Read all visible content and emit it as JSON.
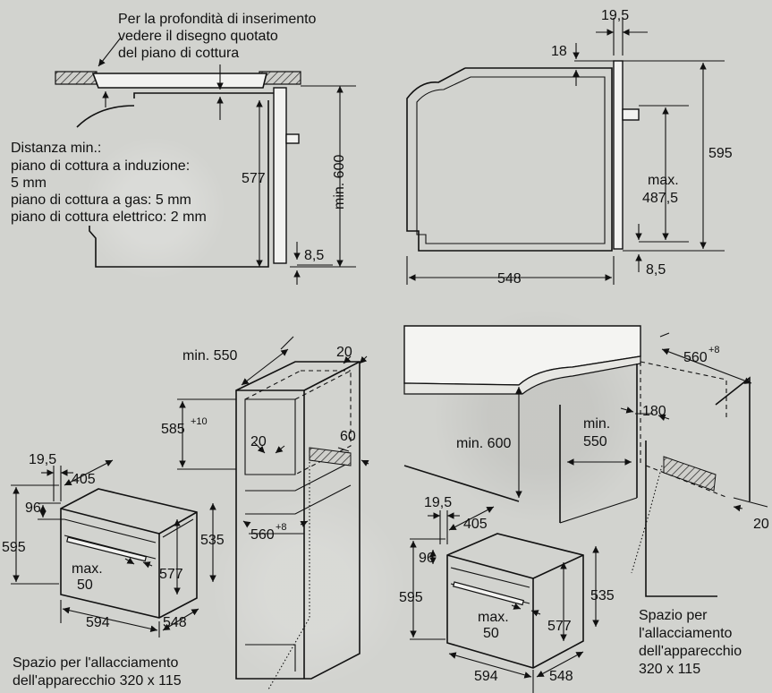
{
  "top_left": {
    "note_depth": [
      "Per la profondità di inserimento",
      "vedere il disegno quotato",
      "del piano di cottura"
    ],
    "note_distance": [
      "Distanza min.:",
      "piano di cottura a induzione:",
      "5 mm",
      "piano di cottura a gas: 5 mm",
      "piano di cottura elettrico: 2 mm"
    ],
    "dim_577": "577",
    "dim_min600": "min. 600",
    "dim_8_5": "8,5"
  },
  "top_right": {
    "dim_19_5": "19,5",
    "dim_18": "18",
    "dim_595": "595",
    "dim_max": "max.",
    "dim_487_5": "487,5",
    "dim_548": "548",
    "dim_8_5": "8,5"
  },
  "bottom_left": {
    "dim_min550": "min. 550",
    "dim_20a": "20",
    "dim_585": "585",
    "sup_10": "+10",
    "dim_20b": "20",
    "dim_60": "60",
    "dim_560": "560",
    "sup_8": "+8",
    "dim_19_5": "19,5",
    "dim_405": "405",
    "dim_96": "96",
    "dim_595": "595",
    "dim_535": "535",
    "dim_max": "max.",
    "dim_50": "50",
    "dim_577": "577",
    "dim_594": "594",
    "dim_548": "548",
    "note": [
      "Spazio per l'allacciamento",
      "dell'apparecchio 320 x 115"
    ]
  },
  "bottom_right": {
    "dim_560": "560",
    "sup_8": "+8",
    "dim_min600": "min. 600",
    "dim_min": "min.",
    "dim_550": "550",
    "dim_180": "180",
    "dim_20": "20",
    "dim_19_5": "19,5",
    "dim_405": "405",
    "dim_96": "96",
    "dim_595": "595",
    "dim_535": "535",
    "dim_max": "max.",
    "dim_50": "50",
    "dim_577": "577",
    "dim_594": "594",
    "dim_548": "548",
    "note": [
      "Spazio per",
      "l'allacciamento",
      "dell'apparecchio",
      "320 x 115"
    ]
  }
}
